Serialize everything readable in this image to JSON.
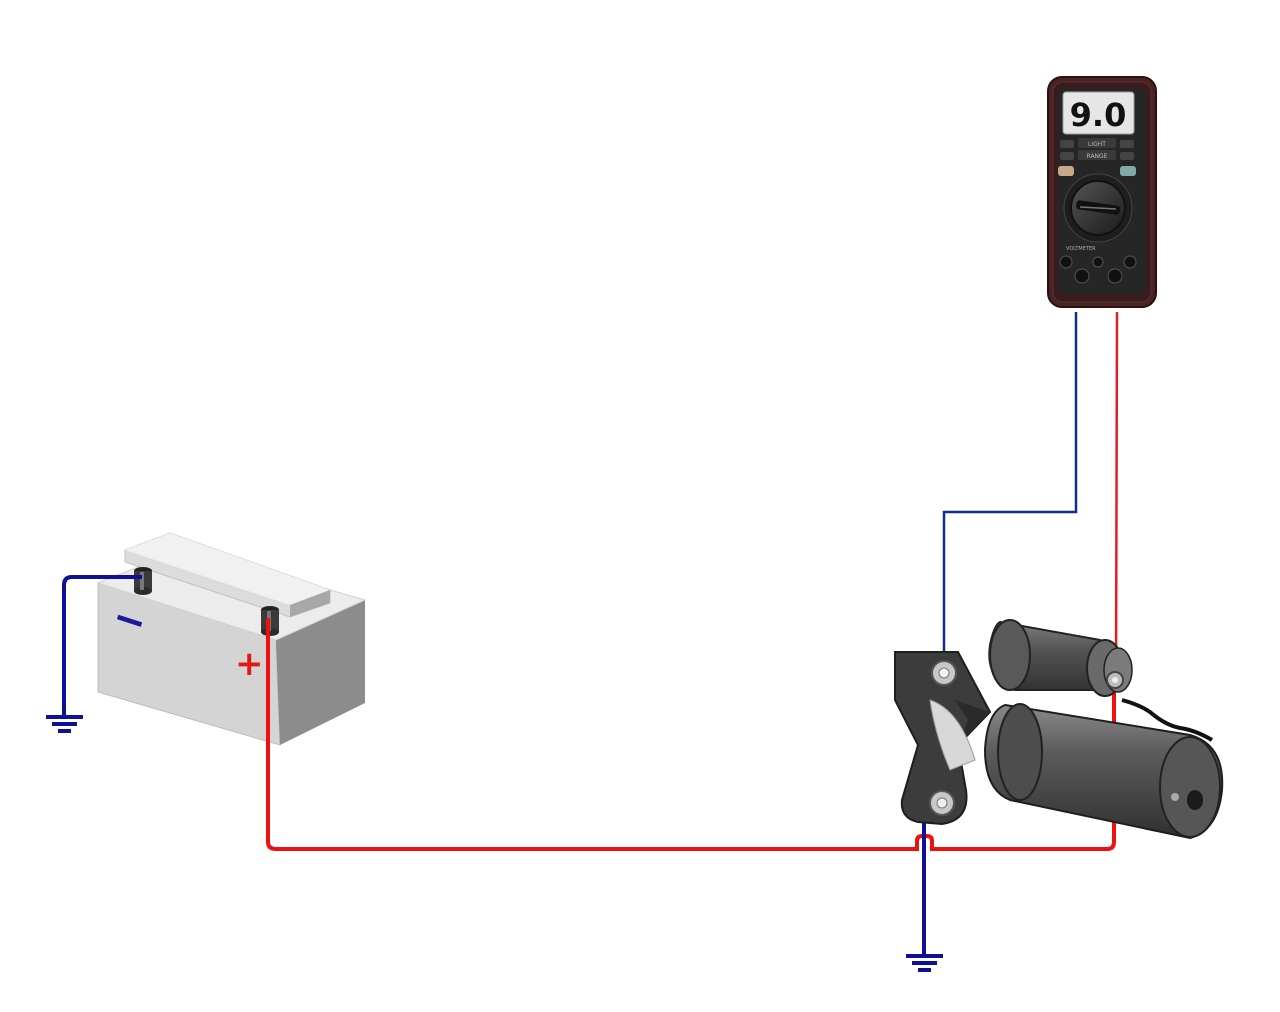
{
  "multimeter": {
    "reading": "9.0",
    "button_labels": [
      "LIGHT",
      "RANGE"
    ],
    "jack_label": "VOLTMETER",
    "body_color": "#4a2424",
    "display_color": "#e6e6e6"
  },
  "battery": {
    "negative_symbol": "−",
    "positive_symbol": "+",
    "negative_color": "#1a1a99",
    "positive_color": "#e01818"
  },
  "wires": {
    "positive_color": "#ee1111",
    "ground_color": "#101096"
  },
  "icons": [
    "ground-icon",
    "battery-icon",
    "multimeter-icon",
    "starter-motor-icon"
  ]
}
